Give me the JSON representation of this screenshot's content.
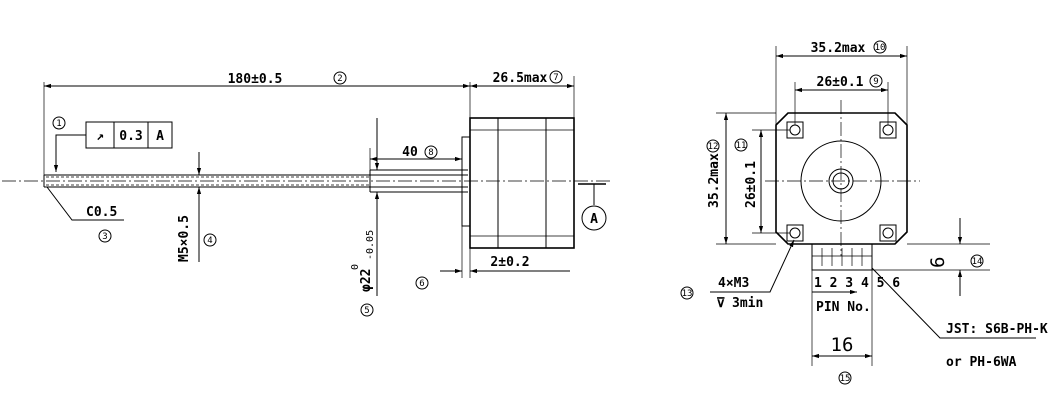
{
  "drawing": {
    "side": {
      "overall_length": "180±0.5",
      "body_length": "26.5max",
      "nut_length": "40",
      "flange_thickness": "2±0.2",
      "runout_symbol": "↗",
      "runout_value": "0.3",
      "runout_datum": "A",
      "chamfer": "C0.5",
      "thread": "M5×0.5",
      "boss_diameter": "φ22",
      "boss_tol_upper": "0",
      "boss_tol_lower": "-0.05",
      "datum_label": "A"
    },
    "front": {
      "width": "35.2max",
      "hole_spacing_h": "26±0.1",
      "height": "35.2max",
      "hole_spacing_v": "26±0.1",
      "connector_height": "6",
      "pins": "1 2 3 4 5 6",
      "pin_label": "PIN No.",
      "connector_width": "16",
      "screw_spec": "4×M3",
      "screw_depth": "3min",
      "depth_symbol": "⊽",
      "connector_part": "JST: S6B-PH-K",
      "connector_alt": "or PH-6WA"
    },
    "balloons": [
      "1",
      "2",
      "3",
      "4",
      "5",
      "6",
      "7",
      "8",
      "9",
      "10",
      "11",
      "12",
      "13",
      "14",
      "15"
    ]
  }
}
